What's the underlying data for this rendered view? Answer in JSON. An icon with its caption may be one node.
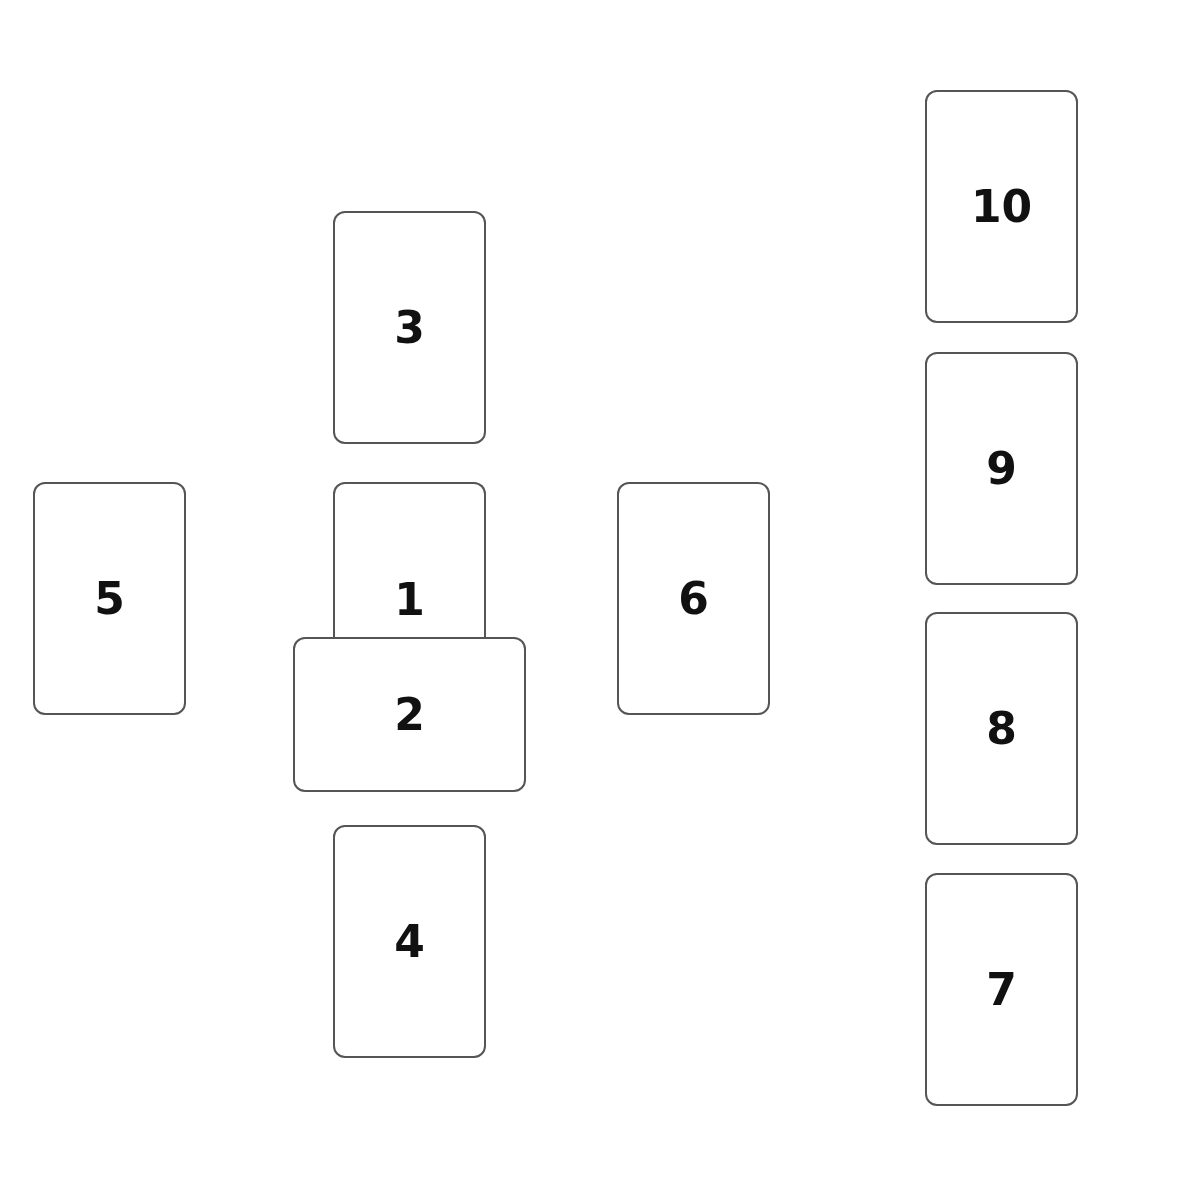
{
  "diagram": {
    "nodes": [
      {
        "text": [
          "10"
        ]
      },
      {
        "text": [
          "3"
        ]
      },
      {
        "text": [
          "9"
        ]
      },
      {
        "text": [
          "5"
        ]
      },
      {
        "text": [
          "1"
        ]
      },
      {
        "text": [
          "6"
        ]
      },
      {
        "text": [
          "8"
        ]
      },
      {
        "text": [
          "2"
        ]
      },
      {
        "text": [
          "4"
        ]
      },
      {
        "text": [
          "7"
        ]
      }
    ]
  }
}
